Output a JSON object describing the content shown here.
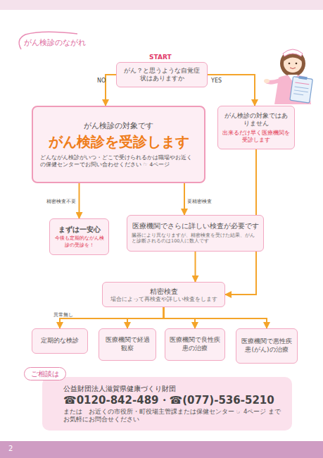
{
  "diagram": {
    "title": "がん検診のながれ",
    "nodes": [
      {
        "text": [
          "がん？と思うような自覚症状はありますか"
        ]
      },
      {
        "text": [
          "がん検診の対象です",
          "がん検診を受診します",
          "どんながん検診がいつ・どこで受けられるかは職場やお近くの保健センターでお問い合わせください ☞ 4ページ"
        ]
      },
      {
        "text": [
          "がん検診の対象ではありません",
          "出来るだけ早く医療機関を受診します"
        ]
      },
      {
        "text": [
          "まずは一安心",
          "今後も定期的ながん検診の受診を！"
        ]
      },
      {
        "text": [
          "医療機関でさらに詳しい検査が必要です",
          "臓器により異なりますが、精密検査を受けた結果、がんと診断されるのは100人に数人です"
        ]
      },
      {
        "text": [
          "精密検査",
          "場合によって再検査や詳しい検査をします"
        ]
      },
      {
        "text": [
          "定期的な検診"
        ]
      },
      {
        "text": [
          "医療機関で経過観察"
        ]
      },
      {
        "text": [
          "医療機関で良性疾患の治療"
        ]
      },
      {
        "text": [
          "医療機関で悪性疾患(がん)の治療"
        ]
      },
      {
        "text": [
          "ご相談は",
          "公益財団法人滋賀県健康づくり財団",
          "☎0120-842-489・☎(077)-536-5210",
          "または　お近くの市役所・町役場主管課または保健センター ☞ 4ページ までお気軽にお問合せください"
        ]
      }
    ],
    "edges": [
      {
        "from": 0,
        "to": 1,
        "arrow": "to",
        "label": "NO"
      },
      {
        "from": 0,
        "to": 2,
        "arrow": "to",
        "label": "YES"
      },
      {
        "from": 1,
        "to": 3,
        "arrow": "to",
        "label": "精密検査不要"
      },
      {
        "from": 1,
        "to": 4,
        "arrow": "to",
        "label": "要精密検査"
      },
      {
        "from": 4,
        "to": 5,
        "arrow": "to"
      },
      {
        "from": 2,
        "to": 5,
        "arrow": "to"
      },
      {
        "from": 5,
        "to": 6,
        "arrow": "to",
        "label": "異常無し"
      },
      {
        "from": 5,
        "to": 7,
        "arrow": "to"
      },
      {
        "from": 5,
        "to": 8,
        "arrow": "to"
      },
      {
        "from": 5,
        "to": 9,
        "arrow": "to"
      }
    ],
    "labels": [
      "START",
      "2"
    ]
  }
}
